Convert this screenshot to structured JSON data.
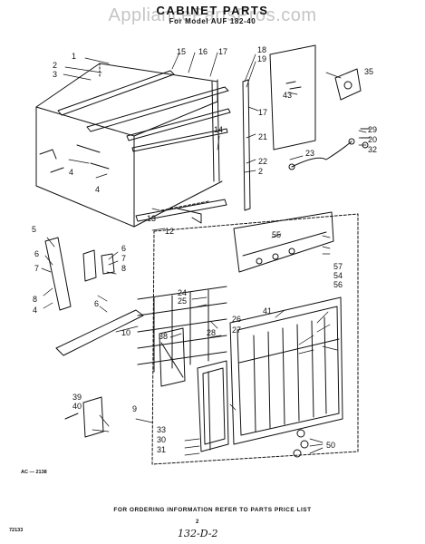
{
  "watermark": "AppliancePartsPros.com",
  "title": "CABINET PARTS",
  "subtitle": "For Model AUF 182-40",
  "footer": "FOR ORDERING INFORMATION REFER TO PARTS PRICE LIST",
  "code_ac": "AC — 2138",
  "code_left": "72133",
  "page_number": "2",
  "handwritten": "132-D-2",
  "callouts": {
    "c1": "1",
    "c2a": "2",
    "c2b": "2",
    "c3": "3",
    "c4a": "4",
    "c4b": "4",
    "c4c": "4",
    "c5": "5",
    "c6a": "6",
    "c6b": "6",
    "c6c": "6",
    "c7a": "7",
    "c7b": "7",
    "c8a": "8",
    "c8b": "8",
    "c9": "9",
    "c10": "10",
    "c12": "12",
    "c13": "13",
    "c14": "14",
    "c15": "15",
    "c16": "16",
    "c17a": "17",
    "c17b": "17",
    "c18": "18",
    "c19": "19",
    "c20": "20",
    "c21": "21",
    "c22": "22",
    "c23": "23",
    "c24": "24",
    "c25": "25",
    "c26": "26",
    "c27": "27",
    "c28": "28",
    "c29": "29",
    "c30": "30",
    "c31": "31",
    "c32": "32",
    "c33": "33",
    "c35": "35",
    "c38": "38",
    "c39": "39",
    "c40": "40",
    "c41": "41",
    "c43": "43",
    "c50": "50",
    "c54": "54",
    "c55": "55",
    "c56": "56",
    "c57": "57"
  }
}
